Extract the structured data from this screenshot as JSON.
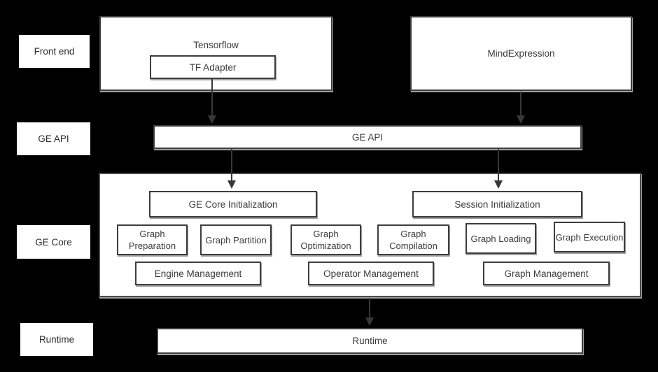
{
  "colors": {
    "background": "#000000",
    "box_fill": "#ffffff",
    "border": "#3d3d3d",
    "text": "#3b3b3b",
    "arrow": "#383838"
  },
  "side_labels": {
    "front_end": "Front end",
    "ge_api": "GE API",
    "ge_core": "GE Core",
    "runtime": "Runtime"
  },
  "front_end": {
    "tensorflow_label": "Tensorflow",
    "tf_adapter_label": "TF Adapter",
    "mind_expression_label": "MindExpression"
  },
  "ge_api": {
    "label": "GE API"
  },
  "ge_core": {
    "init": [
      "GE Core Initialization",
      "Session Initialization"
    ],
    "stages": [
      "Graph Preparation",
      "Graph Partition",
      "Graph Optimization",
      "Graph Compilation",
      "Graph Loading",
      "Graph Execution"
    ],
    "management": [
      "Engine Management",
      "Operator Management",
      "Graph Management"
    ]
  },
  "runtime": {
    "label": "Runtime"
  }
}
